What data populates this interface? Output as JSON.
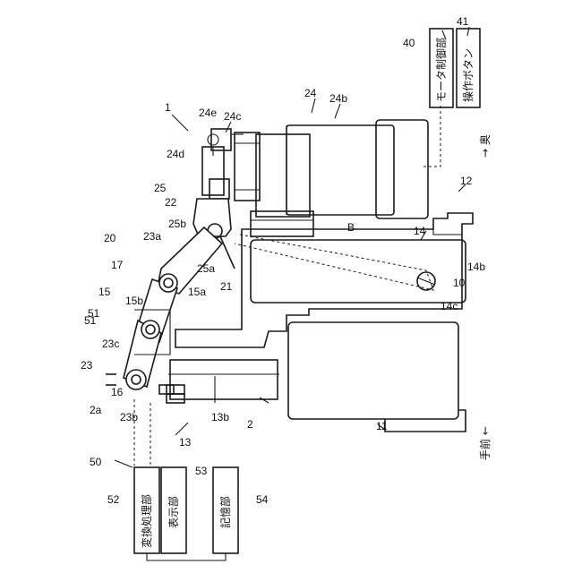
{
  "boxes": {
    "motor_control": "モータ制御部",
    "operation_button": "操作ボタン",
    "conversion_processing": "変換処理部",
    "display": "表示部",
    "storage": "記憶部"
  },
  "directions": {
    "back": "→ 奥",
    "front": "手前 ←"
  },
  "labels": {
    "l1": "1",
    "l2": "2",
    "l2a": "2a",
    "l10": "10",
    "l11": "11",
    "l12": "12",
    "l13": "13",
    "l13b": "13b",
    "l14": "14",
    "l14b": "14b",
    "l14c": "14c",
    "l15": "15",
    "l15a": "15a",
    "l15b": "15b",
    "l16": "16",
    "l17": "17",
    "l20": "20",
    "l21": "21",
    "l22": "22",
    "l23": "23",
    "l23a": "23a",
    "l23b": "23b",
    "l23c": "23c",
    "l24": "24",
    "l24b": "24b",
    "l24c": "24c",
    "l24d": "24d",
    "l24e": "24e",
    "l25": "25",
    "l25a": "25a",
    "l25b": "25b",
    "l40": "40",
    "l41": "41",
    "l50": "50",
    "l51a": "51",
    "l51b": "51",
    "l52": "52",
    "l53": "53",
    "l54": "54",
    "lB": "B"
  }
}
